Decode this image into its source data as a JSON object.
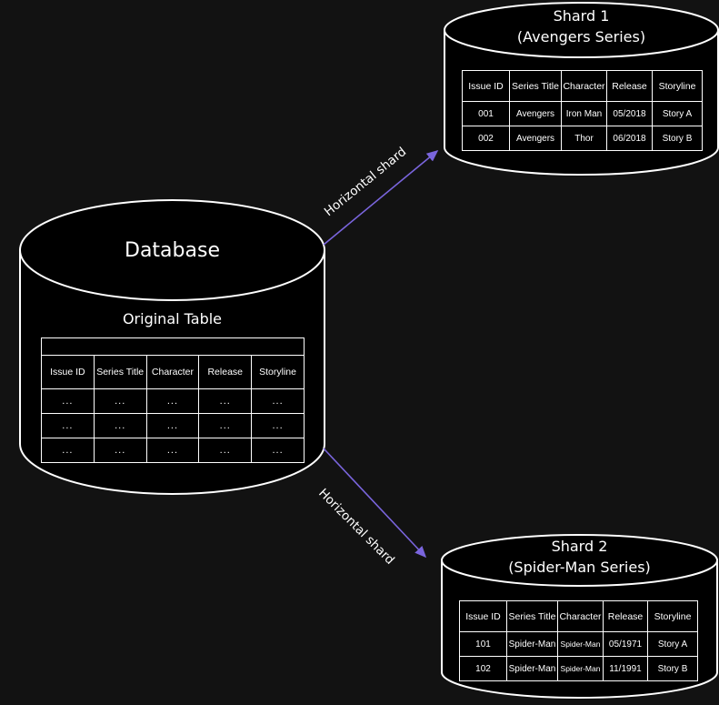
{
  "colors": {
    "background": "#121212",
    "shape_fill": "#000000",
    "stroke": "#ffffff",
    "arrow": "#7a65dd"
  },
  "database": {
    "title": "Database",
    "table_title": "Original Table",
    "table": {
      "headers": [
        "Issue ID",
        "Series Title",
        "Character",
        "Release",
        "Storyline"
      ],
      "rows": [
        [
          "...",
          "...",
          "...",
          "...",
          "..."
        ],
        [
          "...",
          "...",
          "...",
          "...",
          "..."
        ],
        [
          "...",
          "...",
          "...",
          "...",
          "..."
        ]
      ]
    }
  },
  "shard1": {
    "title": "Shard 1",
    "subtitle": "(Avengers Series)",
    "table": {
      "headers": [
        "Issue ID",
        "Series Title",
        "Character",
        "Release",
        "Storyline"
      ],
      "rows": [
        [
          "001",
          "Avengers",
          "Iron Man",
          "05/2018",
          "Story A"
        ],
        [
          "002",
          "Avengers",
          "Thor",
          "06/2018",
          "Story B"
        ]
      ]
    }
  },
  "shard2": {
    "title": "Shard 2",
    "subtitle": "(Spider-Man Series)",
    "table": {
      "headers": [
        "Issue ID",
        "Series Title",
        "Character",
        "Release",
        "Storyline"
      ],
      "rows": [
        [
          "101",
          "Spider-Man",
          "Spider-Man",
          "05/1971",
          "Story A"
        ],
        [
          "102",
          "Spider-Man",
          "Spider-Man",
          "11/1991",
          "Story B"
        ]
      ]
    }
  },
  "arrows": [
    {
      "label": "Horizontal shard"
    },
    {
      "label": "Horizontal shard"
    }
  ]
}
